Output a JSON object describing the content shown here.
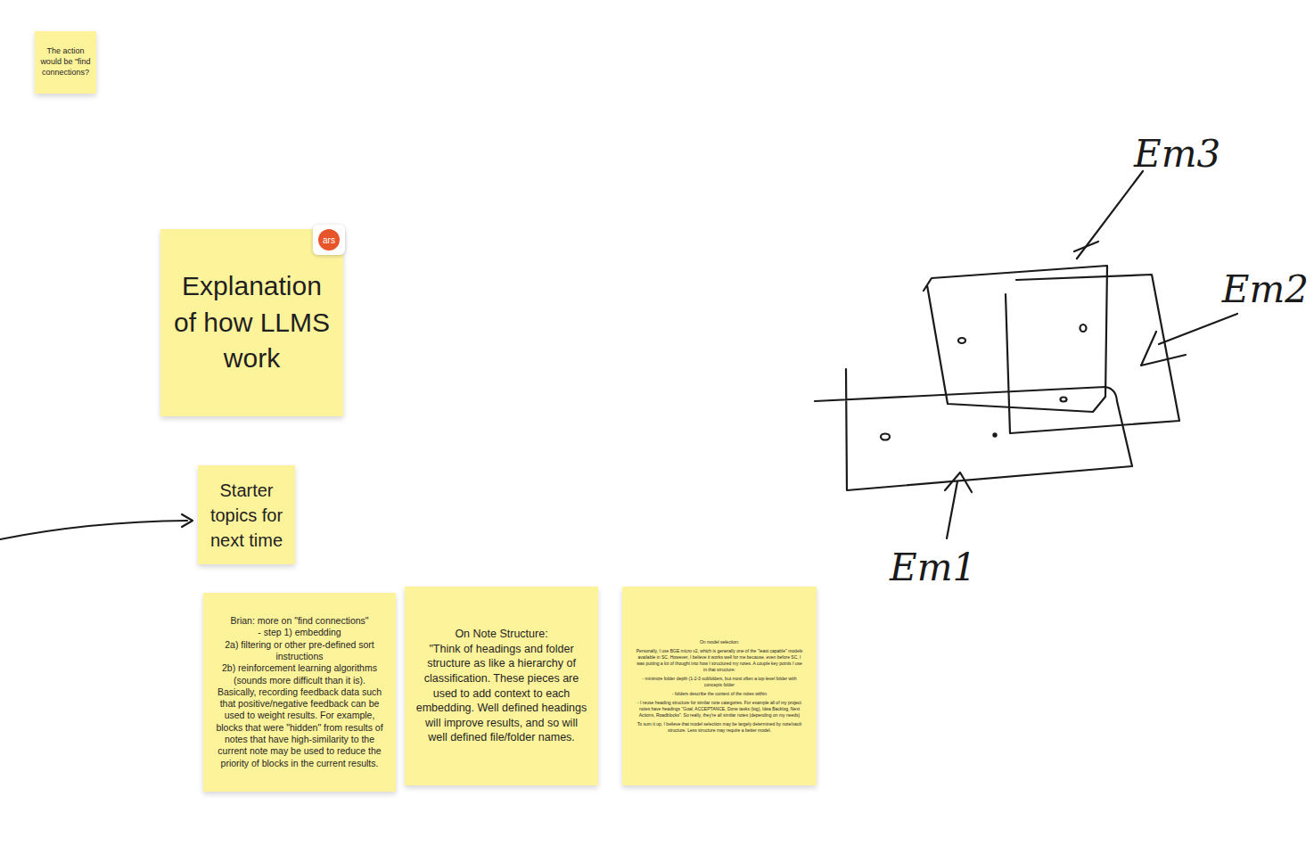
{
  "diagram": {
    "nodes": [
      {
        "text": [
          "The action would be \"find connections?"
        ]
      },
      {
        "text": [
          "Explanation of how LLMS work"
        ]
      },
      {
        "text": [
          "ars"
        ]
      },
      {
        "text": [
          "Starter topics for next time"
        ]
      },
      {
        "text": [
          "Brian: more on \"find connections\"",
          "- step 1) embedding",
          "2a) filtering or other pre-defined sort instructions",
          "2b) reinforcement learning algorithms (sounds more difficult than it is). Basically, recording feedback data such that positive/negative feedback can be used to weight results. For example, blocks that were \"hidden\" from results of notes that have high-similarity to the current note may be used to reduce the priority of blocks in the current results."
        ]
      },
      {
        "text": [
          "On Note Structure:",
          "\"Think of headings and folder structure as like a hierarchy of classification. These pieces are used to add context to each embedding. Well defined headings will improve results, and so will well defined file/folder names."
        ]
      },
      {
        "text": [
          "On model selection:",
          "Personally, I use BGE micro v2, which is generally one of the \"least capable\" models available in SC. However, I believe it works well for me because, even before SC, I was putting a lot of thought into how I structured my notes. A couple key points I use in that structure:",
          "- minimize folder depth (1-2-3 subfolders, but most often a top-level folder with concepts folder",
          "- folders describe the context of the notes within",
          "- I reuse heading structure for similar note categories. For example all of my project notes have headings \"Goal, ACCEPTANCE, Done tasks (log), Idea Backlog, Next Actions, Roadblocks\". So really, they're all similar notes (depending on my needs)",
          "To sum it up, I believe that model selection may be largely determined by note/vault structure. Less structure may require a better model."
        ]
      }
    ],
    "labels": [
      "Em3",
      "Em2",
      "Em1"
    ]
  }
}
